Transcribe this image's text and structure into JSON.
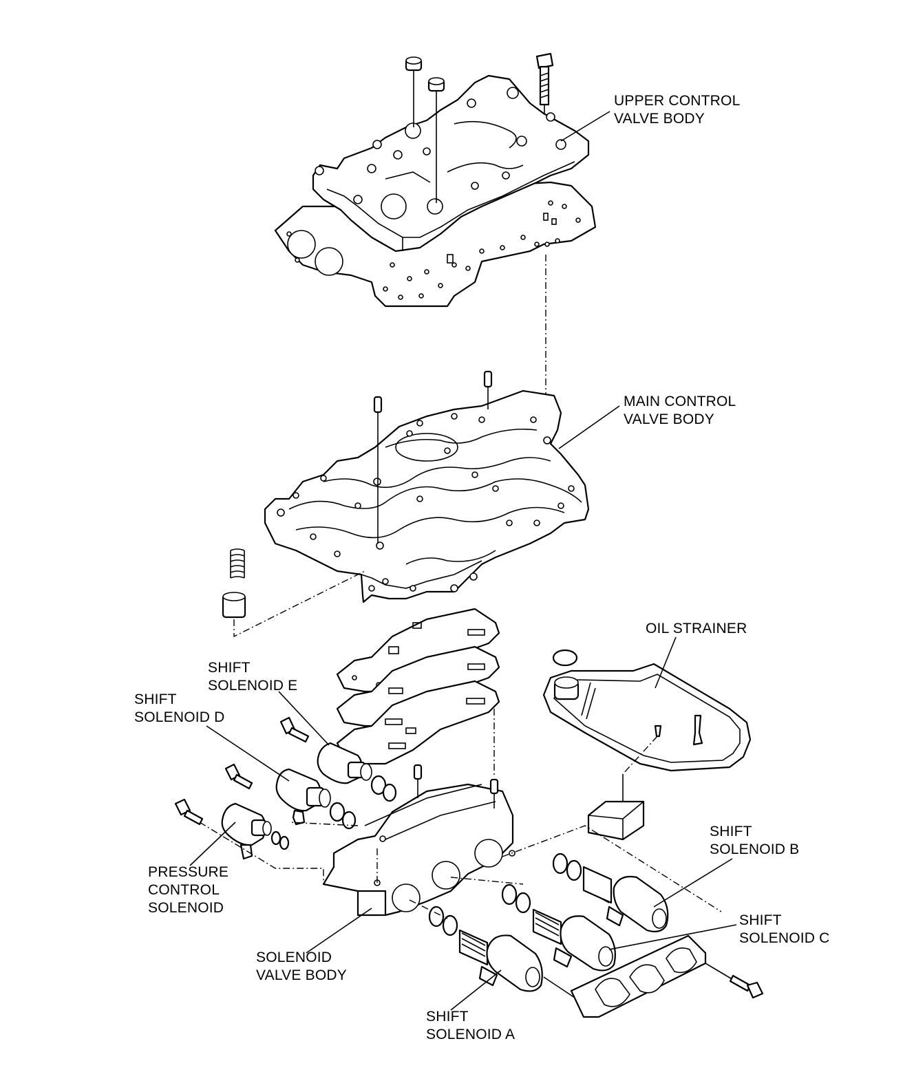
{
  "labels": {
    "upper_control_valve_body": [
      "UPPER CONTROL",
      "VALVE BODY"
    ],
    "main_control_valve_body": [
      "MAIN CONTROL",
      "VALVE BODY"
    ],
    "oil_strainer": [
      "OIL STRAINER"
    ],
    "shift_solenoid_e": [
      "SHIFT",
      "SOLENOID E"
    ],
    "shift_solenoid_d": [
      "SHIFT",
      "SOLENOID D"
    ],
    "pressure_control_solenoid": [
      "PRESSURE",
      "CONTROL",
      "SOLENOID"
    ],
    "shift_solenoid_b": [
      "SHIFT",
      "SOLENOID B"
    ],
    "shift_solenoid_c": [
      "SHIFT",
      "SOLENOID C"
    ],
    "solenoid_valve_body": [
      "SOLENOID",
      "VALVE BODY"
    ],
    "shift_solenoid_a": [
      "SHIFT",
      "SOLENOID A"
    ]
  }
}
